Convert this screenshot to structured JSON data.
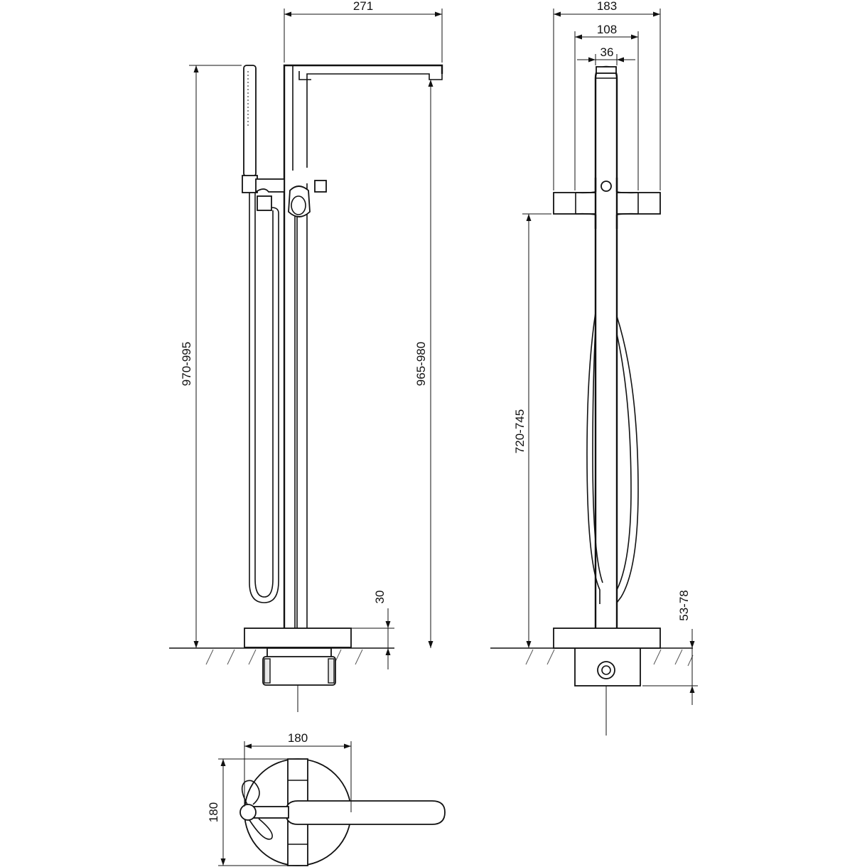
{
  "dimensions": {
    "side_spout_reach": "271",
    "side_total_height": "970-995",
    "side_spout_height": "965-980",
    "side_base_plate": "30",
    "front_handle_span": "183",
    "front_inner_width": "108",
    "front_spout_width": "36",
    "front_handle_height": "720-745",
    "front_base_depth": "53-78",
    "top_base_width": "180",
    "top_base_depth": "180"
  }
}
